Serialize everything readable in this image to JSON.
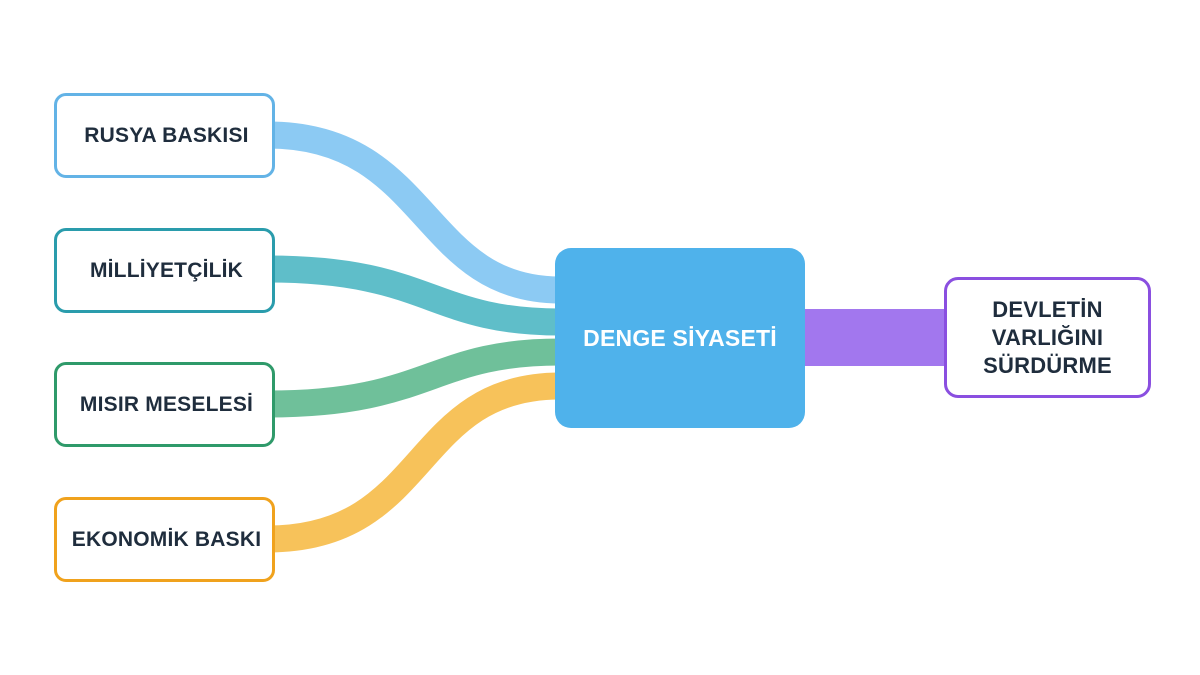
{
  "diagram": {
    "center": {
      "label": "DENGE SİYASETİ",
      "color": "#4fb2eb"
    },
    "inputs": [
      {
        "label": "RUSYA BASKISI",
        "color": "#8ccaf3",
        "border": "#63b3e6"
      },
      {
        "label": "MİLLİYETÇİLİK",
        "color": "#5fbec9",
        "border": "#2a9cac"
      },
      {
        "label": "MISIR MESELESİ",
        "color": "#6fc09a",
        "border": "#2f9a6a"
      },
      {
        "label": "EKONOMİK BASKI",
        "color": "#f7c25a",
        "border": "#f0a21d"
      }
    ],
    "output": {
      "label": "DEVLETİN VARLIĞINI SÜRDÜRME",
      "color": "#a277ee",
      "border": "#8a4fe0"
    }
  }
}
